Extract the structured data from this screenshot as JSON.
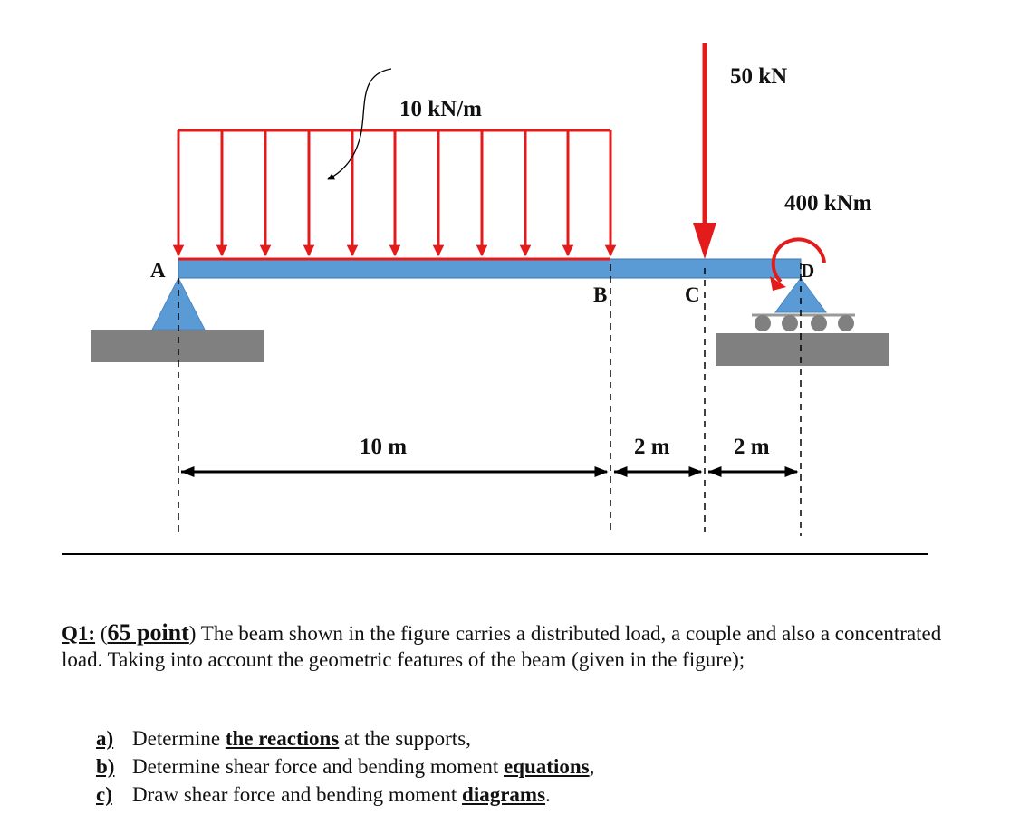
{
  "diagram": {
    "distributed_load": "10 kN/m",
    "point_load": "50 kN",
    "moment": "400 kNm",
    "points": {
      "a": "A",
      "b": "B",
      "c": "C",
      "d": "D"
    },
    "dimensions": {
      "ab": "10 m",
      "bc": "2 m",
      "cd": "2 m"
    },
    "colors": {
      "beam": "#5b9bd5",
      "load": "#e31b1b",
      "ground": "#808080",
      "support": "#5b9bd5"
    }
  },
  "question": {
    "label": "Q1:",
    "points_open": "(",
    "points": "65 point",
    "points_close": ")",
    "text": " The beam shown in the figure carries a distributed load, a couple and also a concentrated load. Taking into account the geometric features of the beam (given in the figure);"
  },
  "tasks": [
    {
      "letter": "a)",
      "before": "Determine ",
      "emph": "the reactions",
      "after": " at the supports,"
    },
    {
      "letter": "b)",
      "before": "Determine shear force and bending moment ",
      "emph": "equations",
      "after": ","
    },
    {
      "letter": "c)",
      "before": "Draw shear force and bending moment ",
      "emph": "diagrams",
      "after": "."
    }
  ]
}
